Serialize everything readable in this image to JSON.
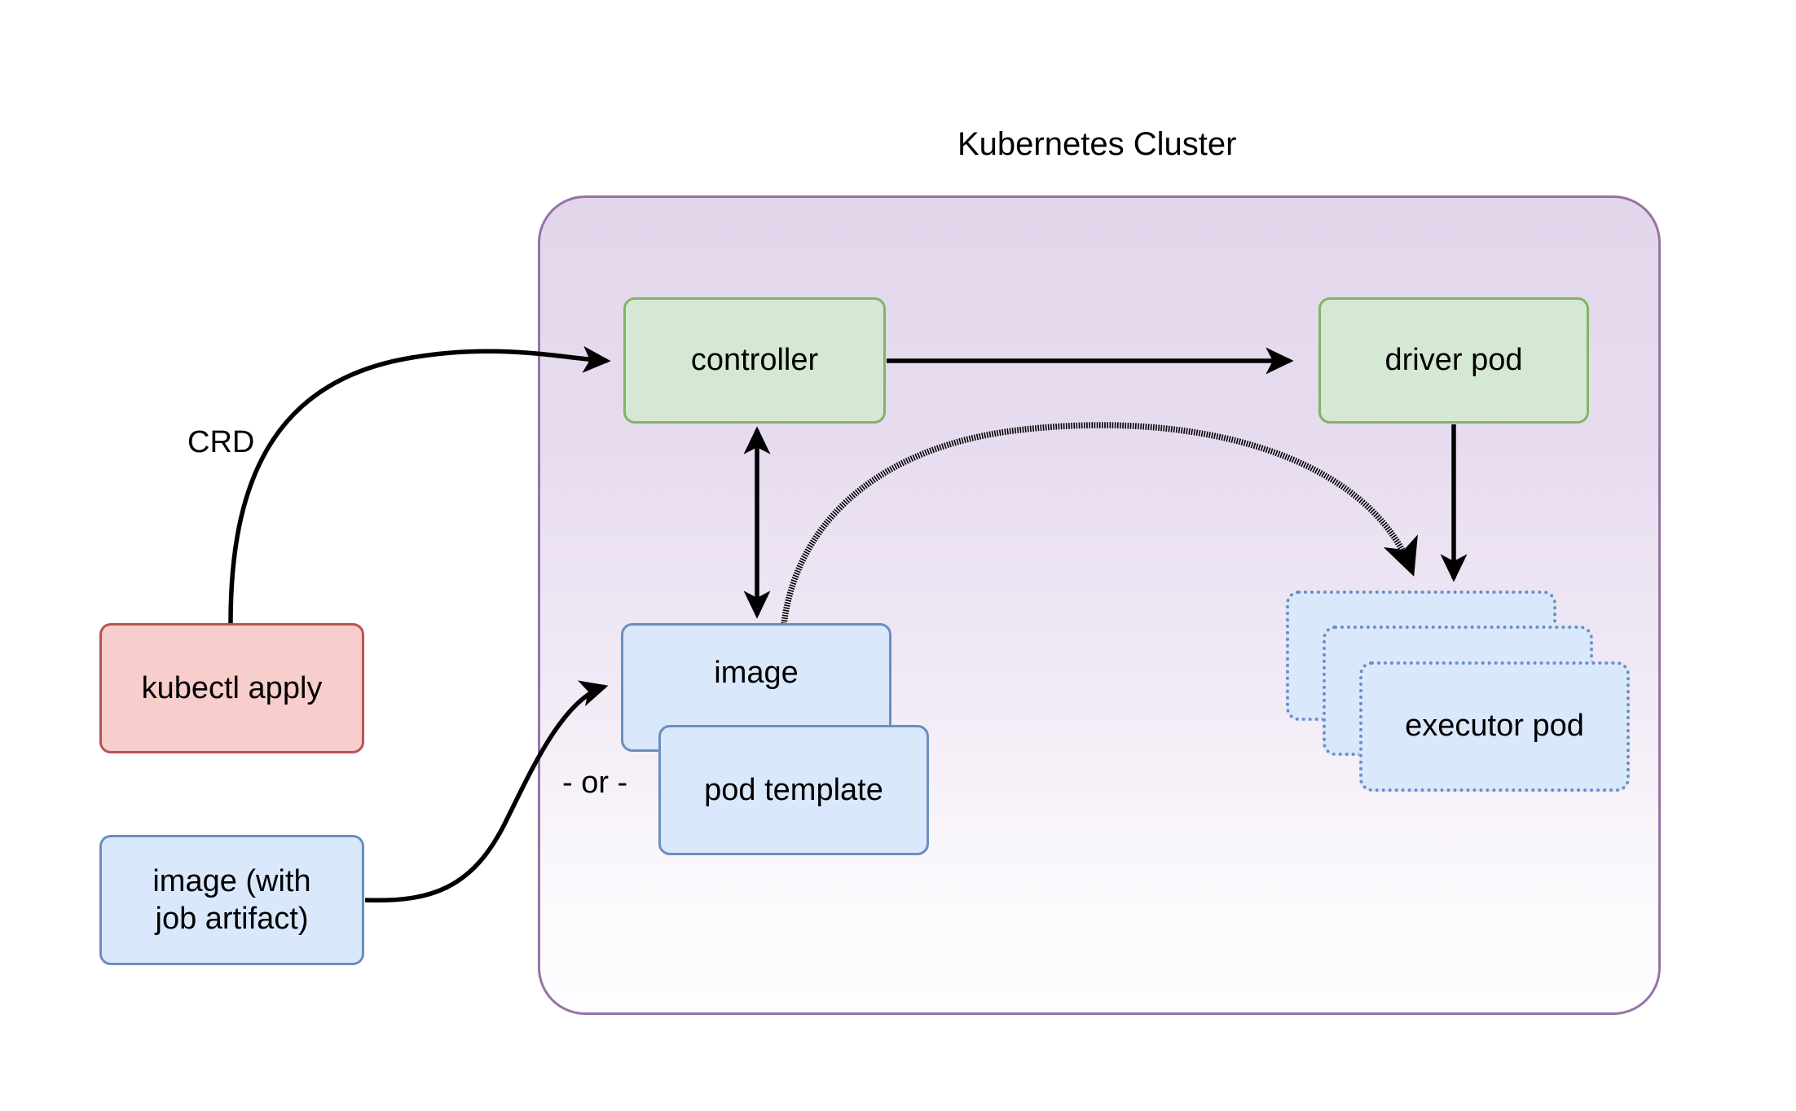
{
  "diagram": {
    "title": "Kubernetes Cluster",
    "type": "architecture-flow-diagram"
  },
  "cluster": {
    "label": "Kubernetes Cluster",
    "border_color": "#9673a6",
    "fill_top": "#e2d6eb",
    "fill_bottom": "#fdfcfe"
  },
  "nodes": {
    "kubectl_apply": {
      "label": "kubectl apply",
      "fill": "#f8cecc",
      "stroke": "#b85450"
    },
    "image_with_artifact": {
      "line1": "image (with",
      "line2": "job artifact)",
      "fill": "#dae8fc",
      "stroke": "#6c8ebf"
    },
    "controller": {
      "label": "controller",
      "fill": "#d5e8d4",
      "stroke": "#82b366"
    },
    "driver_pod": {
      "label": "driver pod",
      "fill": "#d5e8d4",
      "stroke": "#82b366"
    },
    "image": {
      "label": "image",
      "fill": "#dae8fc",
      "stroke": "#6c8ebf"
    },
    "pod_template": {
      "label": "pod template",
      "fill": "#dae8fc",
      "stroke": "#6c8ebf"
    },
    "executor_pod_back": {
      "label": "executor pod",
      "fill": "#dae8fc",
      "stroke": "#6c8ebf"
    },
    "executor_pod_middle": {
      "label": "executor pod",
      "fill": "#dae8fc",
      "stroke": "#6c8ebf"
    },
    "executor_pod_front": {
      "label": "executor pod",
      "fill": "#dae8fc",
      "stroke": "#6c8ebf"
    }
  },
  "edges": {
    "crd": {
      "label": "CRD",
      "from": "kubectl apply",
      "to": "controller",
      "style": "solid-curved-arrow"
    },
    "image_to_image": {
      "label": "",
      "from": "image (with job artifact)",
      "to": "image",
      "style": "solid-curved-arrow"
    },
    "controller_to_driver": {
      "label": "",
      "from": "controller",
      "to": "driver pod",
      "style": "solid-arrow"
    },
    "controller_image": {
      "label": "",
      "from": "controller",
      "to": "image",
      "style": "solid-double-arrow"
    },
    "image_to_executor": {
      "label": "",
      "from": "image",
      "to": "executor pod",
      "style": "dotted-curved-arrow"
    },
    "driver_to_executor": {
      "label": "",
      "from": "driver pod",
      "to": "executor pod",
      "style": "solid-arrow"
    },
    "or_separator": {
      "label": "- or -"
    }
  }
}
